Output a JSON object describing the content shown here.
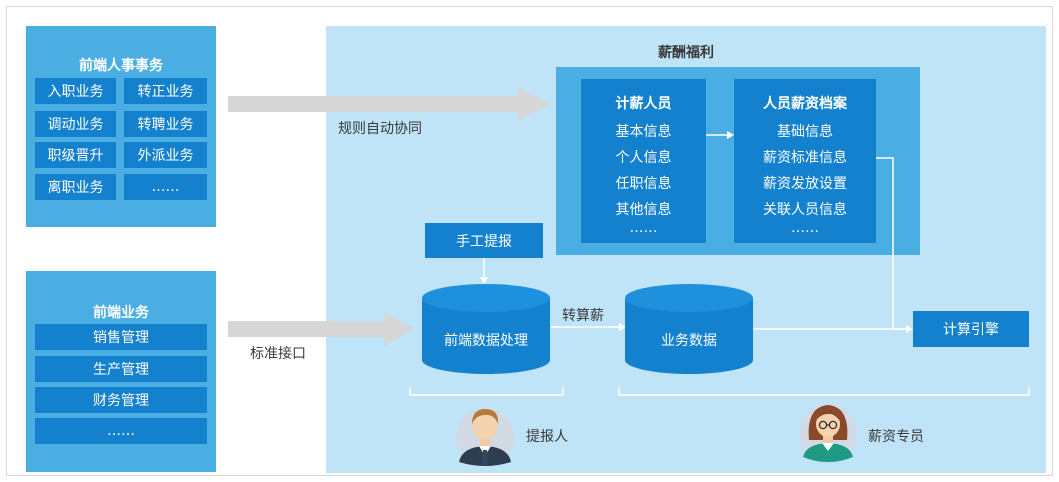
{
  "front_hr": {
    "title": "前端人事事务",
    "items": [
      "入职业务",
      "转正业务",
      "调动业务",
      "转聘业务",
      "职级晋升",
      "外派业务",
      "离职业务",
      "……"
    ]
  },
  "front_biz": {
    "title": "前端业务",
    "items": [
      "销售管理",
      "生产管理",
      "财务管理",
      "……"
    ]
  },
  "arrows": {
    "rule_sync": "规则自动协同",
    "standard_api": "标准接口",
    "transfer": "转算薪"
  },
  "welfare": {
    "title": "薪酬福利",
    "payroll_staff": {
      "title": "计薪人员",
      "items": [
        "基本信息",
        "个人信息",
        "任职信息",
        "其他信息",
        "……"
      ]
    },
    "salary_archive": {
      "title": "人员薪资档案",
      "items": [
        "基础信息",
        "薪资标准信息",
        "薪资发放设置",
        "关联人员信息",
        "……"
      ]
    }
  },
  "manual_report": "手工提报",
  "front_data": "前端数据处理",
  "business_data": "业务数据",
  "calc_engine": "计算引擎",
  "roles": {
    "reporter": "提报人",
    "salary_specialist": "薪资专员"
  },
  "colors": {
    "panel": "#4aaee2",
    "cell": "#1481cf",
    "main_bg": "#bfe3f7",
    "arrow_gray": "#d6d6d6"
  }
}
